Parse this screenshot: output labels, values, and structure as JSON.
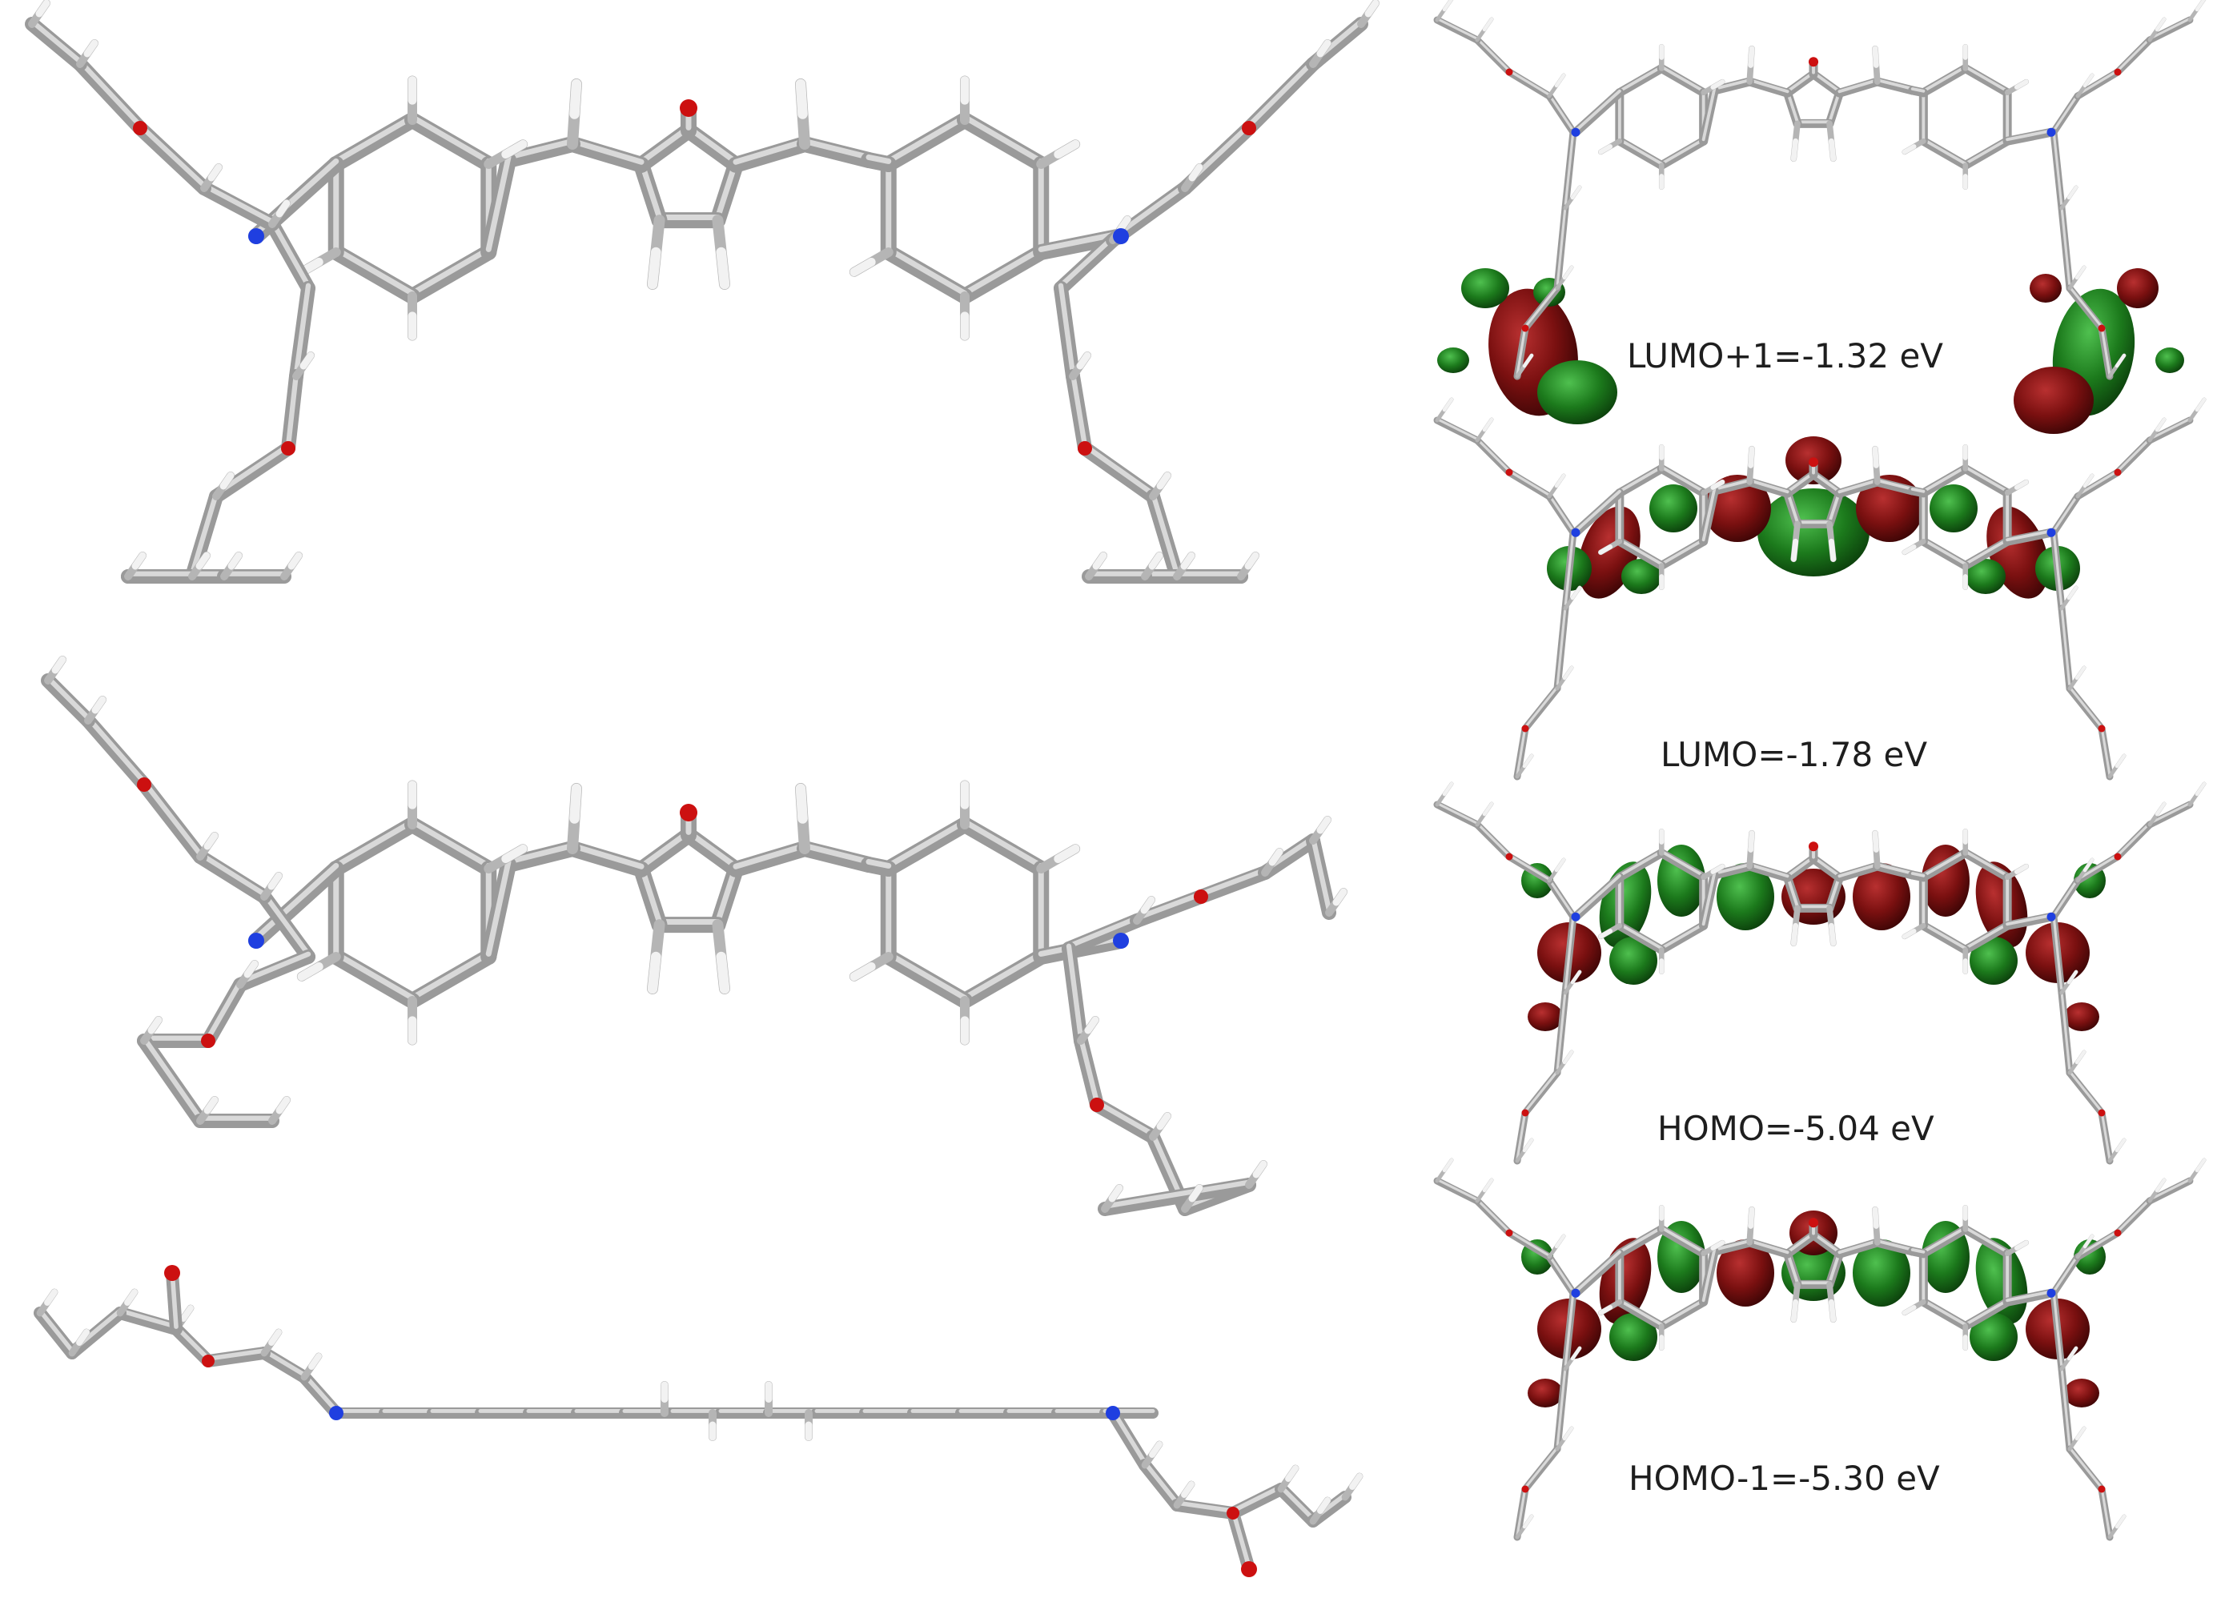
{
  "figure": {
    "views": [
      {
        "id": "top-view",
        "kind": "structure"
      },
      {
        "id": "perspective-view",
        "kind": "structure"
      },
      {
        "id": "side-view",
        "kind": "structure"
      }
    ],
    "orbitals": [
      {
        "id": "lumo-plus-1",
        "label": "LUMO+1=-1.32 eV",
        "level": "LUMO+1",
        "energy_ev": -1.32
      },
      {
        "id": "lumo",
        "label": "LUMO=-1.78 eV",
        "level": "LUMO",
        "energy_ev": -1.78
      },
      {
        "id": "homo",
        "label": "HOMO=-5.04 eV",
        "level": "HOMO",
        "energy_ev": -5.04
      },
      {
        "id": "homo-minus-1",
        "label": "HOMO-1=-5.30 eV",
        "level": "HOMO-1",
        "energy_ev": -5.3
      }
    ],
    "colors": {
      "carbon_bond": "#9a9a9a",
      "carbon_highlight": "#d9d9d9",
      "hydrogen": "#f2f2f2",
      "oxygen": "#cc1010",
      "nitrogen": "#1f3fe0",
      "lobe_positive": "#1c7a1c",
      "lobe_negative": "#7a1010"
    }
  }
}
